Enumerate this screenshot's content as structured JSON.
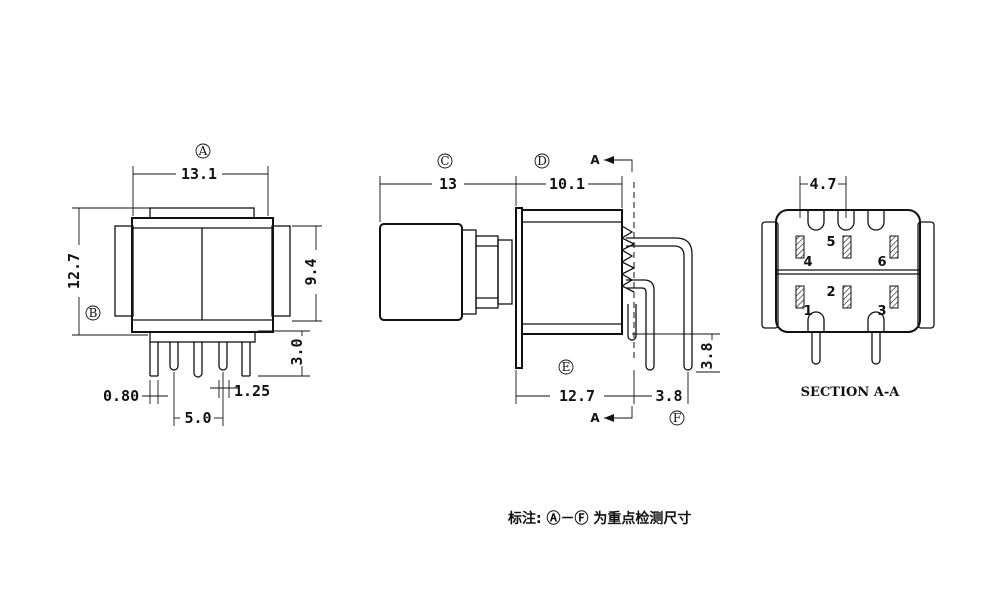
{
  "markers": {
    "a": "Ⓐ",
    "b": "Ⓑ",
    "c": "Ⓒ",
    "d": "Ⓓ",
    "e": "Ⓔ",
    "f": "Ⓕ"
  },
  "dimensions": {
    "front_width": "13.1",
    "front_height": "12.7",
    "front_body_height": "9.4",
    "front_pin_length": "3.0",
    "pin_width": "0.80",
    "pin_pitch_small": "1.25",
    "pin_spacing": "5.0",
    "side_actuator_length": "13",
    "side_body_length": "10.1",
    "side_pin_length": "3.8",
    "side_base_length": "12.7",
    "side_pin_offset": "3.8",
    "section_pin_spacing": "4.7"
  },
  "section_marks": {
    "top": "A",
    "bottom": "A"
  },
  "section_title": "SECTION A-A",
  "pin_numbers": [
    "1",
    "2",
    "3",
    "4",
    "5",
    "6"
  ],
  "note": "标注: Ⓐ－Ⓕ 为重点检测尺寸"
}
